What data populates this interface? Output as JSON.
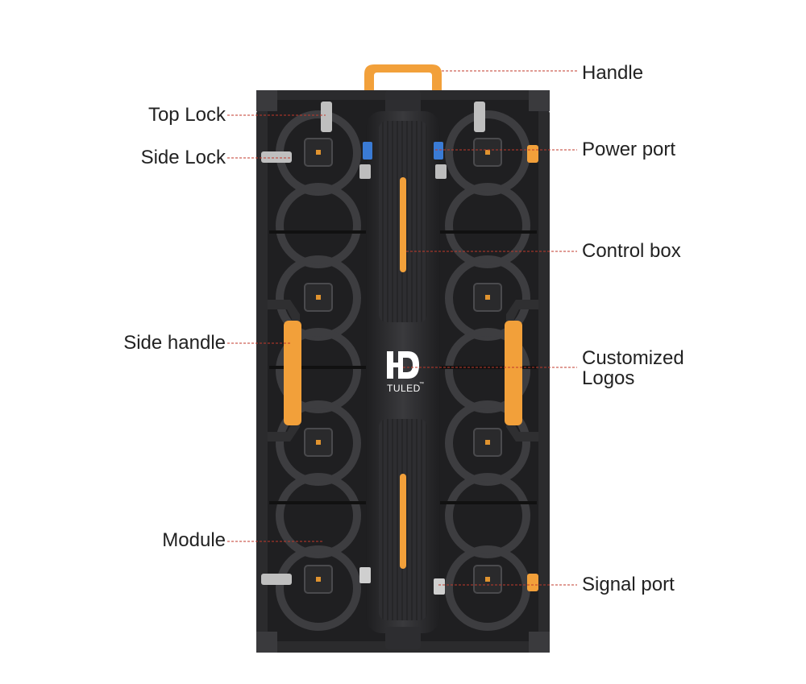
{
  "labels": {
    "handle": "Handle",
    "top_lock": "Top Lock",
    "side_lock": "Side Lock",
    "power_port": "Power port",
    "control_box": "Control box",
    "side_handle": "Side handle",
    "customized_logos_line1": "Customized",
    "customized_logos_line2": "Logos",
    "module": "Module",
    "signal_port": "Signal port"
  },
  "logo": {
    "text": "TULED",
    "tm": "™"
  },
  "colors": {
    "cabinet": "#2b2b2d",
    "accent_orange": "#f2a03a",
    "port_blue": "#3a7bd5",
    "leader_red": "#c0392b"
  }
}
